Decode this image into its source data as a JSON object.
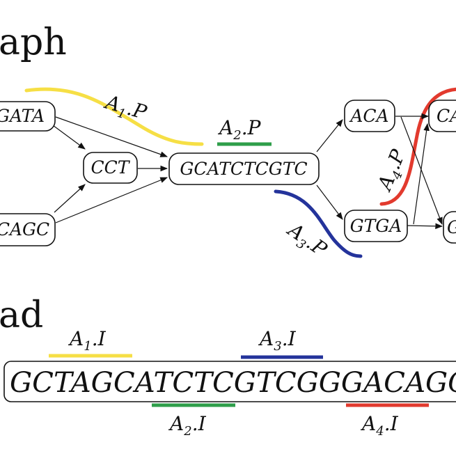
{
  "headings": {
    "graph": "aph",
    "read": "ad"
  },
  "nodes": [
    {
      "id": "gata",
      "label": "GATA"
    },
    {
      "id": "cct",
      "label": "CCT"
    },
    {
      "id": "cagc",
      "label": "CAGC"
    },
    {
      "id": "gcatctcgtc",
      "label": "GCATCTCGTC"
    },
    {
      "id": "aca",
      "label": "ACA"
    },
    {
      "id": "gtga",
      "label": "GTGA"
    },
    {
      "id": "ca_right",
      "label": "CA"
    },
    {
      "id": "g_right",
      "label": "G"
    }
  ],
  "edges": [
    [
      "gata",
      "cct"
    ],
    [
      "gata",
      "gcatctcgtc"
    ],
    [
      "cagc",
      "cct"
    ],
    [
      "cagc",
      "gcatctcgtc"
    ],
    [
      "cct",
      "gcatctcgtc"
    ],
    [
      "gcatctcgtc",
      "aca"
    ],
    [
      "gcatctcgtc",
      "gtga"
    ],
    [
      "aca",
      "ca_right"
    ],
    [
      "aca",
      "g_right"
    ],
    [
      "gtga",
      "ca_right"
    ],
    [
      "gtga",
      "g_right"
    ]
  ],
  "graph_paths": [
    {
      "id": "a1p",
      "base": "A",
      "sub": "1",
      "suffix": ".P",
      "color": "#f6df45"
    },
    {
      "id": "a2p",
      "base": "A",
      "sub": "2",
      "suffix": ".P",
      "color": "#2e9e4a"
    },
    {
      "id": "a3p",
      "base": "A",
      "sub": "3",
      "suffix": ".P",
      "color": "#24339b"
    },
    {
      "id": "a4p",
      "base": "A",
      "sub": "4",
      "suffix": ".P",
      "color": "#e23a2e"
    }
  ],
  "read": {
    "sequence": "GCTAGCATCTCGTCGGGACAGC",
    "intervals": [
      {
        "id": "a1i",
        "base": "A",
        "sub": "1",
        "suffix": ".I",
        "color": "#f6df45"
      },
      {
        "id": "a2i",
        "base": "A",
        "sub": "2",
        "suffix": ".I",
        "color": "#2e9e4a"
      },
      {
        "id": "a3i",
        "base": "A",
        "sub": "3",
        "suffix": ".I",
        "color": "#24339b"
      },
      {
        "id": "a4i",
        "base": "A",
        "sub": "4",
        "suffix": ".I",
        "color": "#e23a2e"
      }
    ]
  }
}
